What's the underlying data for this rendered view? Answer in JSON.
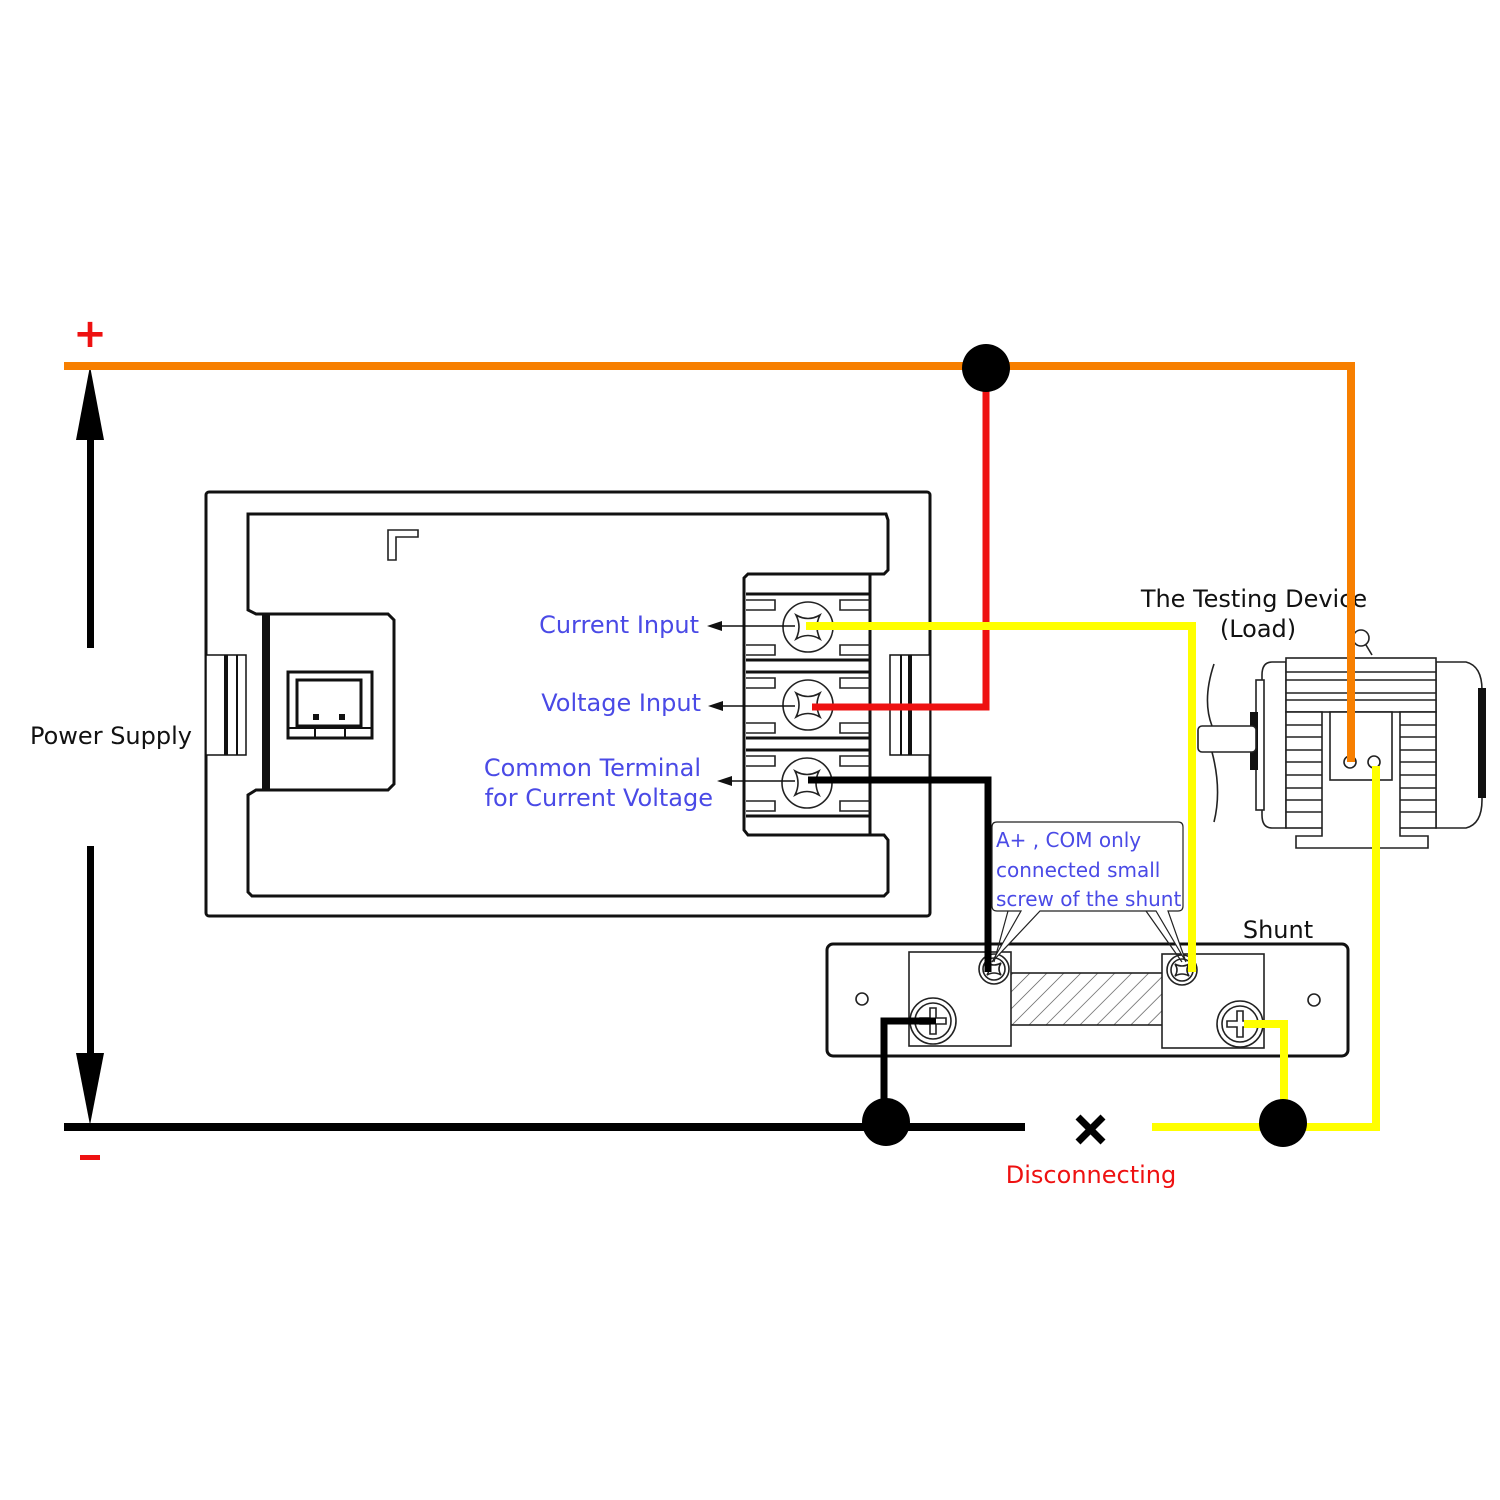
{
  "diagram": {
    "title": "DC Voltmeter/Ammeter Wiring Diagram with Shunt",
    "labels": {
      "plus": "+",
      "minus": "−",
      "power_supply": "Power Supply",
      "current_input": "Current Input",
      "voltage_input": "Voltage Input",
      "common_terminal_line1": "Common Terminal",
      "common_terminal_line2": "for Current Voltage",
      "testing_device_line1": "The Testing Device",
      "testing_device_line2": "(Load)",
      "shunt": "Shunt",
      "note_line1": "A+ , COM only",
      "note_line2": "connected small",
      "note_line3": "screw of the shunt",
      "disconnect_mark": "✕",
      "disconnecting": "Disconnecting"
    },
    "wire_colors": {
      "positive_bus": "#f77f00",
      "voltage_wire": "#ee1111",
      "current_wire": "#ffff00",
      "common_wire": "#000000",
      "negative_bus": "#000000"
    },
    "label_colors": {
      "terminal_text": "#4a4ae6",
      "polarity": "#ee1111",
      "warning": "#ee1111"
    },
    "components": [
      {
        "name": "power-supply",
        "connections": [
          "positive-bus",
          "negative-bus"
        ]
      },
      {
        "name": "meter",
        "terminals": [
          "Current Input",
          "Voltage Input",
          "Common Terminal for Current Voltage"
        ]
      },
      {
        "name": "shunt",
        "screws": [
          "small-left",
          "small-right",
          "large-left",
          "large-right"
        ]
      },
      {
        "name": "load-motor",
        "terminals": [
          "positive",
          "negative"
        ]
      }
    ],
    "icons": [
      "junction-dot",
      "arrow-up",
      "arrow-down",
      "screw-terminal",
      "disconnect-x",
      "motor"
    ]
  }
}
